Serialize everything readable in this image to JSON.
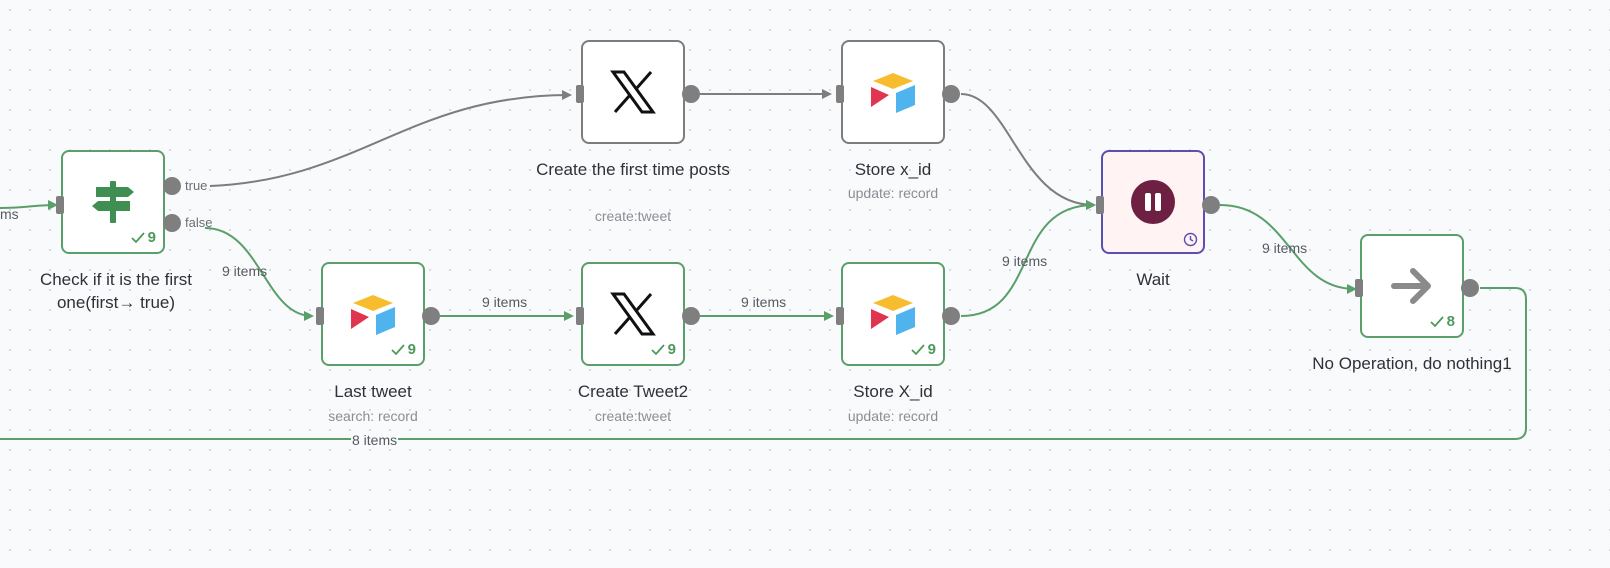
{
  "nodes": {
    "check": {
      "title": "Check if it is the first one(first→ true)",
      "count": "9",
      "icon": "signpost-icon"
    },
    "first_post": {
      "title": "Create the first time posts",
      "subtitle": "create:tweet",
      "icon": "x-logo-icon"
    },
    "store_x_id_top": {
      "title": "Store x_id",
      "subtitle": "update: record",
      "icon": "airtable-icon"
    },
    "last_tweet": {
      "title": "Last tweet",
      "subtitle": "search: record",
      "count": "9",
      "icon": "airtable-icon"
    },
    "create_tweet2": {
      "title": "Create Tweet2",
      "subtitle": "create:tweet",
      "count": "9",
      "icon": "x-logo-icon"
    },
    "store_x_id_bottom": {
      "title": "Store X_id",
      "subtitle": "update: record",
      "count": "9",
      "icon": "airtable-icon"
    },
    "wait": {
      "title": "Wait",
      "icon": "pause-icon"
    },
    "noop": {
      "title": "No Operation, do nothing1",
      "count": "8",
      "icon": "arrow-right-icon"
    }
  },
  "ports": {
    "true_label": "true",
    "false_label": "false"
  },
  "edges": {
    "incoming_partial": "ms",
    "false_to_last": "9 items",
    "last_to_create": "9 items",
    "create_to_store": "9 items",
    "store_to_wait": "9 items",
    "wait_to_noop": "9 items",
    "noop_loop": "8 items"
  },
  "colors": {
    "success": "#5a9f69",
    "inactive": "#7d7d7d",
    "wait_border": "#5b4fb0",
    "canvas": "#f9fafc"
  }
}
